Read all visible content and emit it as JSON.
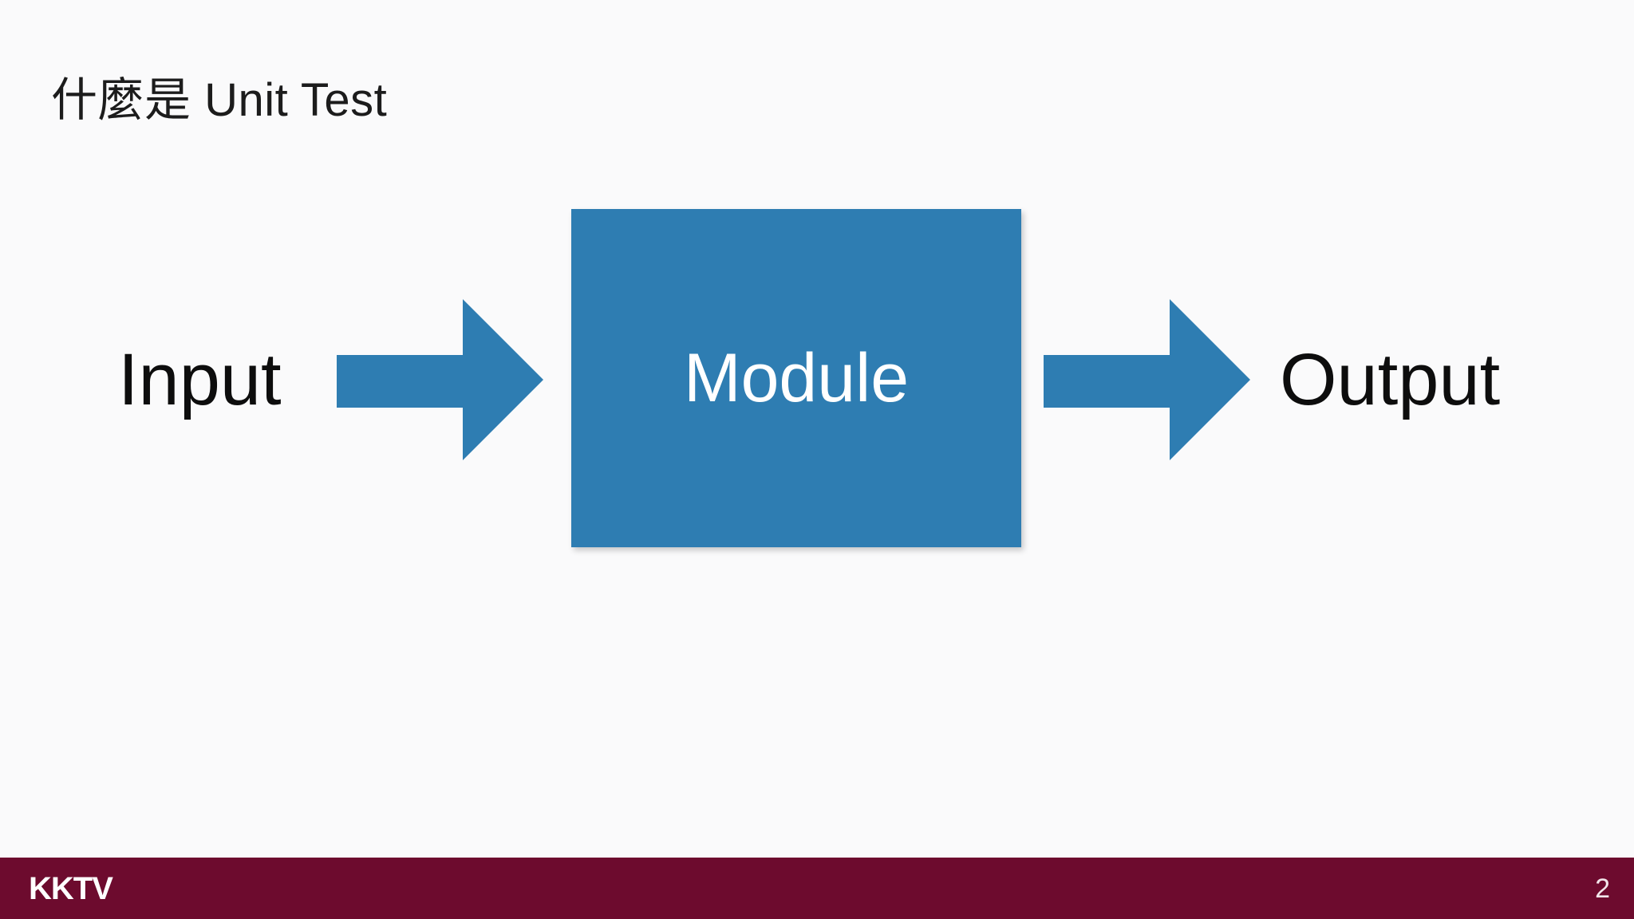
{
  "slide": {
    "title": "什麼是 Unit Test",
    "background_color": "#fafafb",
    "page_number": "2"
  },
  "diagram": {
    "type": "flow",
    "accent_color": "#2e7db2",
    "nodes": [
      {
        "id": "input",
        "label": "Input",
        "kind": "text-label"
      },
      {
        "id": "module",
        "label": "Module",
        "kind": "box",
        "fill": "#2e7db2",
        "text_color": "#ffffff"
      },
      {
        "id": "output",
        "label": "Output",
        "kind": "text-label"
      }
    ],
    "arrows": [
      {
        "id": "arrow-input-to-module",
        "from": "input",
        "to": "module",
        "direction": "right",
        "color": "#2e7db2",
        "icon": "arrow-right-icon"
      },
      {
        "id": "arrow-module-to-output",
        "from": "module",
        "to": "output",
        "direction": "right",
        "color": "#2e7db2",
        "icon": "arrow-right-icon"
      }
    ]
  },
  "footer": {
    "logo_text": "KKTV",
    "bar_color": "#6d0b2e",
    "page_number": "2"
  }
}
